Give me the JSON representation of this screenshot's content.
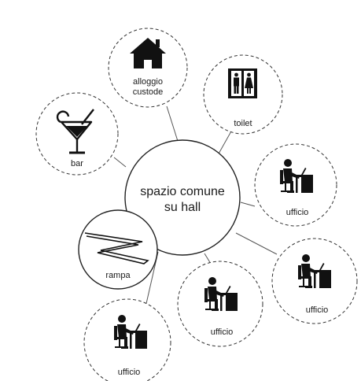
{
  "center": {
    "line1": "spazio comune",
    "line2": "su hall"
  },
  "nodes": {
    "alloggio": {
      "line1": "alloggio",
      "line2": "custode",
      "icon": "house-icon"
    },
    "toilet": {
      "label": "toilet",
      "icon": "restroom-icon"
    },
    "bar": {
      "label": "bar",
      "icon": "cocktail-icon"
    },
    "rampa": {
      "label": "rampa",
      "icon": "ramp-zigzag-icon"
    },
    "ufficio_1": {
      "label": "ufficio",
      "icon": "office-desk-icon"
    },
    "ufficio_2": {
      "label": "ufficio",
      "icon": "office-desk-icon"
    },
    "ufficio_3": {
      "label": "ufficio",
      "icon": "office-desk-icon"
    },
    "ufficio_4": {
      "label": "ufficio",
      "icon": "office-desk-icon"
    }
  }
}
